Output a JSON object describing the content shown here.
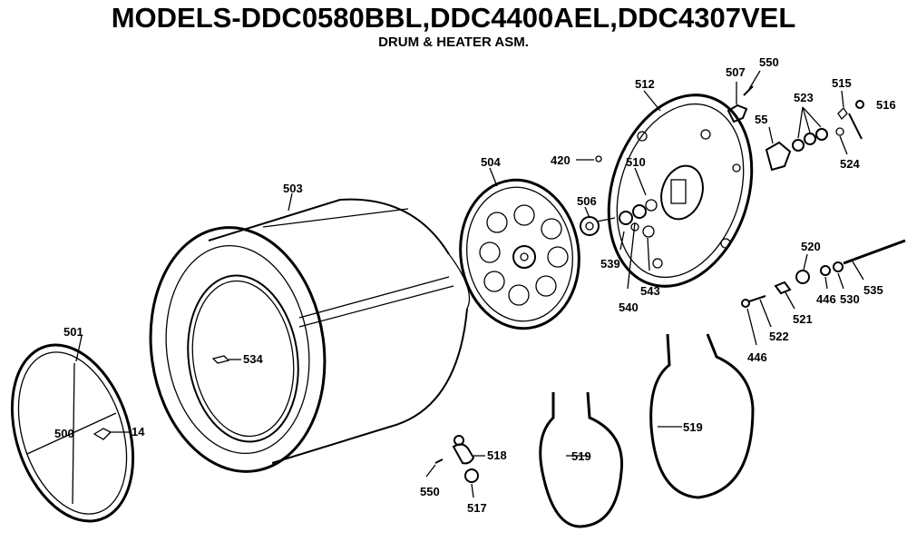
{
  "header": {
    "title": "MODELS-DDC0580BBL,DDC4400AEL,DDC4307VEL",
    "subtitle": "DRUM & HEATER ASM."
  },
  "parts": {
    "p500": "500",
    "p501": "501",
    "p14": "14",
    "p503": "503",
    "p534": "534",
    "p504": "504",
    "p506": "506",
    "p420": "420",
    "p510": "510",
    "p539": "539",
    "p540": "540",
    "p543": "543",
    "p512": "512",
    "p507": "507",
    "p550a": "550",
    "p55": "55",
    "p523": "523",
    "p515": "515",
    "p516": "516",
    "p524": "524",
    "p520": "520",
    "p521": "521",
    "p522": "522",
    "p446a": "446",
    "p446b": "446",
    "p530": "530",
    "p535": "535",
    "p518": "518",
    "p550b": "550",
    "p517": "517",
    "p519a": "519",
    "p519b": "519"
  }
}
